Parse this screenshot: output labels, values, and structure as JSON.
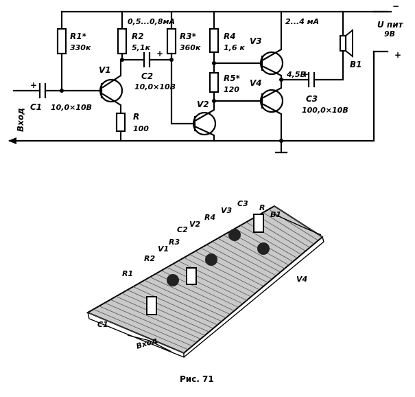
{
  "schematic": {
    "supply_label": "U пит",
    "supply_value": "9В",
    "plus_sign": "+",
    "minus_sign": "−",
    "current_left": "0,5...0,8мА",
    "current_right": "2...4 мА",
    "mid_voltage": "4,5В",
    "input_label": "Вход",
    "speaker_label": "В1",
    "components": {
      "r1_name": "R1*",
      "r1_value": "330к",
      "r2_name": "R2",
      "r2_value": "5,1к",
      "r3_name": "R3*",
      "r3_value": "360к",
      "r4_name": "R4",
      "r4_value": "1,6 к",
      "r5_name": "R5*",
      "r5_value": "120",
      "r_name": "R",
      "r_value": "100",
      "c1_name": "C1",
      "c1_value": "10,0×10В",
      "c2_name": "C2",
      "c2_value": "10,0×10В",
      "c3_name": "C3",
      "c3_value": "100,0×10В",
      "v1_name": "V1",
      "v2_name": "V2",
      "v3_name": "V3",
      "v4_name": "V4"
    }
  },
  "board": {
    "labels": [
      "R1",
      "R2",
      "V1",
      "R3",
      "C2",
      "V2",
      "R4",
      "V3",
      "C3",
      "R",
      "B1",
      "V4",
      "C1"
    ],
    "input_label": "Вход"
  },
  "caption": "Рис. 71"
}
